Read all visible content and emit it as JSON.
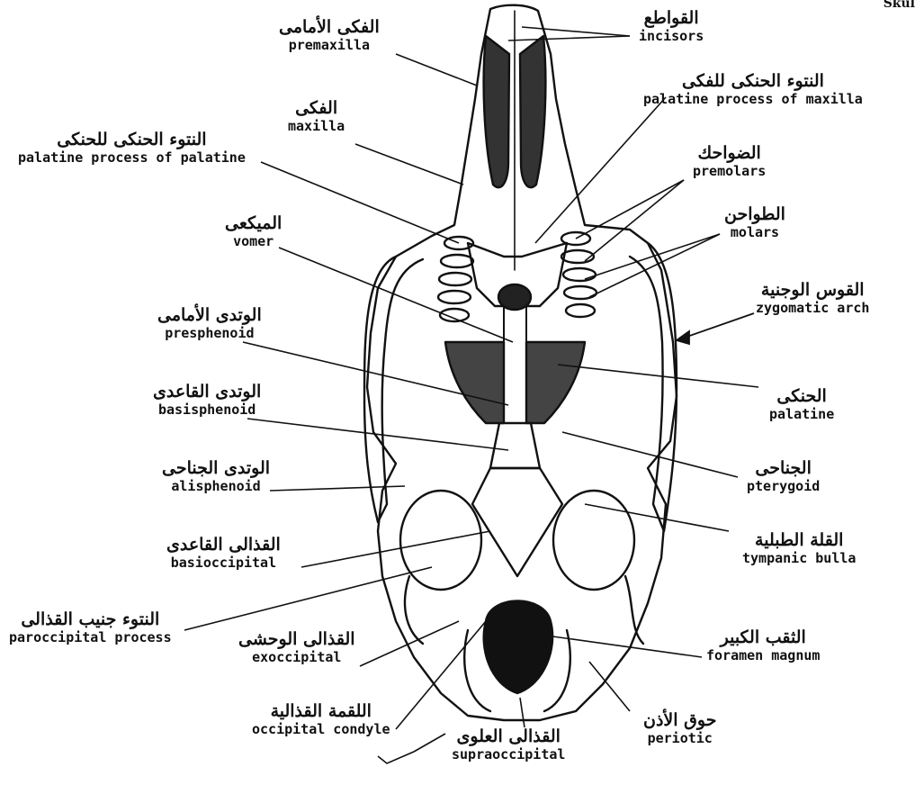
{
  "corner_text": "Skul",
  "labels": {
    "premaxilla": {
      "ar": "الفكى الأمامى",
      "en": "premaxilla"
    },
    "incisors": {
      "ar": "القواطع",
      "en": "incisors"
    },
    "maxilla": {
      "ar": "الفكى",
      "en": "maxilla"
    },
    "palproc_max": {
      "ar": "النتوء الحنكى للفكى",
      "en": "palatine process of maxilla"
    },
    "palproc_pal": {
      "ar": "النتوء الحنكى للحنكى",
      "en": "palatine process of palatine"
    },
    "premolars": {
      "ar": "الضواحك",
      "en": "premolars"
    },
    "vomer": {
      "ar": "الميكعى",
      "en": "vomer"
    },
    "molars": {
      "ar": "الطواحن",
      "en": "molars"
    },
    "zygomatic": {
      "ar": "القوس الوجنية",
      "en": "zygomatic arch"
    },
    "presphenoid": {
      "ar": "الوتدى الأمامى",
      "en": "presphenoid"
    },
    "palatine": {
      "ar": "الحنكى",
      "en": "palatine"
    },
    "basisphenoid": {
      "ar": "الوتدى القاعدى",
      "en": "basisphenoid"
    },
    "pterygoid": {
      "ar": "الجناحى",
      "en": "pterygoid"
    },
    "alisphenoid": {
      "ar": "الوتدى الجناحى",
      "en": "alisphenoid"
    },
    "tympanic": {
      "ar": "القلة الطبلية",
      "en": "tympanic bulla"
    },
    "basioccipital": {
      "ar": "القذالى القاعدى",
      "en": "basioccipital"
    },
    "paroccipital": {
      "ar": "النتوء جنيب القذالى",
      "en": "paroccipital process"
    },
    "exoccipital": {
      "ar": "القذالى الوحشى",
      "en": "exoccipital"
    },
    "foramen": {
      "ar": "الثقب الكبير",
      "en": "foramen magnum"
    },
    "condyle": {
      "ar": "اللقمة القذالية",
      "en": "occipital condyle"
    },
    "supraocc": {
      "ar": "القذالى العلوى",
      "en": "supraoccipital"
    },
    "periotic": {
      "ar": "حوق الأذن",
      "en": "periotic"
    }
  }
}
